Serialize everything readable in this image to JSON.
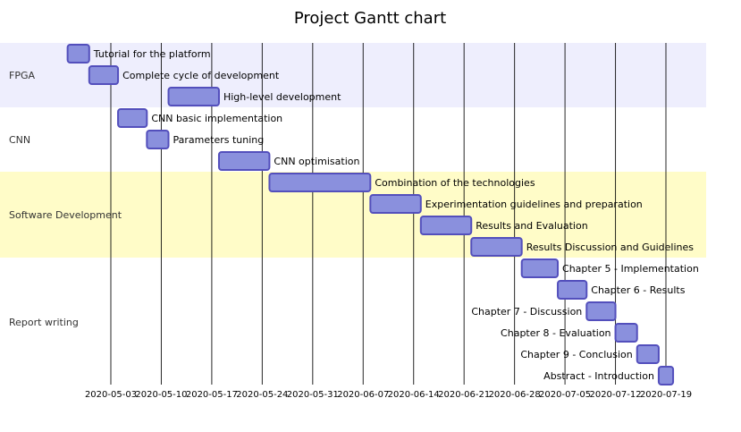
{
  "chart_data": {
    "type": "gantt",
    "title": "Project Gantt chart",
    "x_ticks": [
      "2020-05-03",
      "2020-05-10",
      "2020-05-17",
      "2020-05-24",
      "2020-05-31",
      "2020-06-07",
      "2020-06-14",
      "2020-06-21",
      "2020-06-28",
      "2020-07-05",
      "2020-07-12",
      "2020-07-19"
    ],
    "xlim": [
      "2020-04-26",
      "2020-07-24"
    ],
    "sections": [
      {
        "name": "FPGA",
        "color": "#eeeefd"
      },
      {
        "name": "CNN",
        "color": "#ffffff"
      },
      {
        "name": "Software Development",
        "color": "#fffcc8"
      },
      {
        "name": "Report writing",
        "color": "#ffffff"
      }
    ],
    "tasks": [
      {
        "section": "FPGA",
        "label": "Tutorial for the platform",
        "start": "2020-04-27",
        "end": "2020-04-30"
      },
      {
        "section": "FPGA",
        "label": "Complete cycle of development",
        "start": "2020-04-30",
        "end": "2020-05-04"
      },
      {
        "section": "FPGA",
        "label": "High-level development",
        "start": "2020-05-11",
        "end": "2020-05-18"
      },
      {
        "section": "CNN",
        "label": "CNN basic implementation",
        "start": "2020-05-04",
        "end": "2020-05-08"
      },
      {
        "section": "CNN",
        "label": "Parameters tuning",
        "start": "2020-05-08",
        "end": "2020-05-11"
      },
      {
        "section": "CNN",
        "label": "CNN optimisation",
        "start": "2020-05-18",
        "end": "2020-05-25"
      },
      {
        "section": "Software Development",
        "label": "Combination of the technologies",
        "start": "2020-05-25",
        "end": "2020-06-08"
      },
      {
        "section": "Software Development",
        "label": "Experimentation guidelines and preparation",
        "start": "2020-06-08",
        "end": "2020-06-15"
      },
      {
        "section": "Software Development",
        "label": "Results and Evaluation",
        "start": "2020-06-15",
        "end": "2020-06-22"
      },
      {
        "section": "Software Development",
        "label": "Results Discussion and Guidelines",
        "start": "2020-06-22",
        "end": "2020-06-29"
      },
      {
        "section": "Report writing",
        "label": "Chapter 5 - Implementation",
        "start": "2020-06-29",
        "end": "2020-07-04"
      },
      {
        "section": "Report writing",
        "label": "Chapter 6 - Results",
        "start": "2020-07-04",
        "end": "2020-07-08"
      },
      {
        "section": "Report writing",
        "label": "Chapter 7 - Discussion",
        "start": "2020-07-08",
        "end": "2020-07-12"
      },
      {
        "section": "Report writing",
        "label": "Chapter 8 - Evaluation",
        "start": "2020-07-12",
        "end": "2020-07-15"
      },
      {
        "section": "Report writing",
        "label": "Chapter 9 - Conclusion",
        "start": "2020-07-15",
        "end": "2020-07-18"
      },
      {
        "section": "Report writing",
        "label": "Abstract - Introduction",
        "start": "2020-07-18",
        "end": "2020-07-20"
      }
    ],
    "bar_fill": "#8a90dd",
    "bar_stroke": "#534fbc",
    "grid": true
  }
}
